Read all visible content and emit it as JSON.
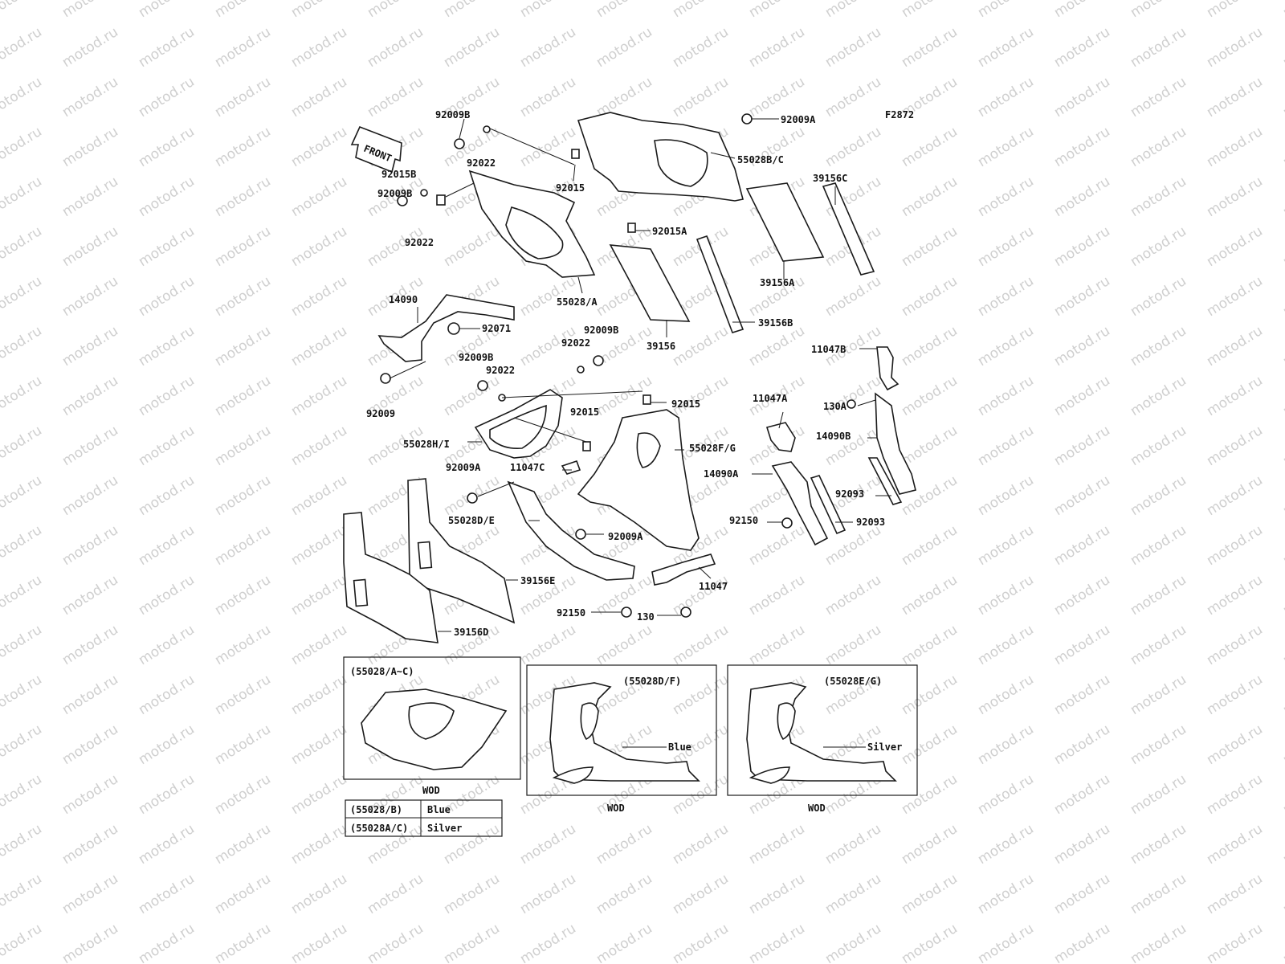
{
  "diagram": {
    "figure_id": "F2872",
    "front_label": "FRONT",
    "watermark": "motod.ru",
    "parts": {
      "p92009B_1": "92009B",
      "p92022_1": "92022",
      "p92015": "92015",
      "p92009A_1": "92009A",
      "p55028BC": "55028B/C",
      "p92015B": "92015B",
      "p92009B_2": "92009B",
      "p92022_2": "92022",
      "p92015A": "92015A",
      "p39156C": "39156C",
      "p39156A": "39156A",
      "p55028A": "55028/A",
      "p14090": "14090",
      "p92071": "92071",
      "p39156": "39156",
      "p39156B": "39156B",
      "p92009B_3": "92009B",
      "p92022_3": "92022",
      "p92009B_4": "92009B",
      "p92022_4": "92022",
      "p11047B": "11047B",
      "p92009": "92009",
      "p11047A": "11047A",
      "p130A": "130A",
      "p92015_2": "92015",
      "p92015_3": "92015",
      "p14090B": "14090B",
      "p55028HI": "55028H/I",
      "p55028FG": "55028F/G",
      "p92009A_2": "92009A",
      "p11047C": "11047C",
      "p14090A": "14090A",
      "p92093_1": "92093",
      "p55028DE": "55028D/E",
      "p92150_1": "92150",
      "p92093_2": "92093",
      "p92009A_3": "92009A",
      "p39156E": "39156E",
      "p11047": "11047",
      "p92150_2": "92150",
      "p130": "130",
      "p39156D": "39156D"
    },
    "inset_ac": {
      "title": "(55028/A~C)",
      "caption": "WOD"
    },
    "inset_df": {
      "title": "(55028D/F)",
      "color": "Blue",
      "caption": "WOD"
    },
    "inset_eg": {
      "title": "(55028E/G)",
      "color": "Silver",
      "caption": "WOD"
    },
    "color_table": [
      {
        "code": "(55028/B)",
        "color": "Blue"
      },
      {
        "code": "(55028A/C)",
        "color": "Silver"
      }
    ]
  }
}
